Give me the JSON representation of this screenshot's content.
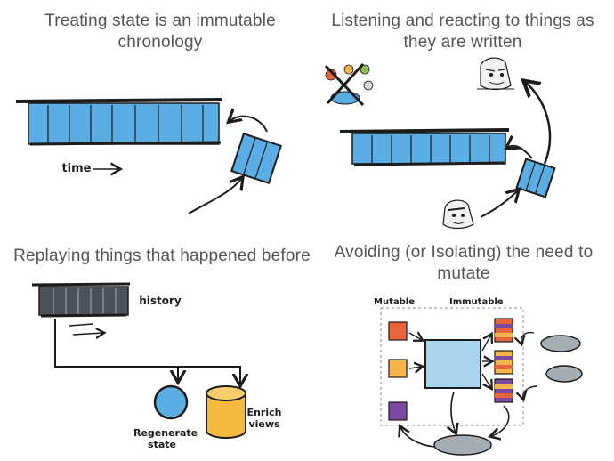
{
  "panels": [
    {
      "title": "Treating state is an immutable chronology",
      "labels": {
        "time": "time"
      }
    },
    {
      "title": "Listening and reacting to things as they are written"
    },
    {
      "title": "Replaying things that happened before",
      "labels": {
        "history": "history",
        "regenerate": "Regenerate state",
        "enrich": "Enrich views"
      }
    },
    {
      "title": "Avoiding (or Isolating) the need to mutate",
      "labels": {
        "mutable": "Mutable",
        "immutable": "Immutable"
      }
    }
  ],
  "colors": {
    "log_blue": "#5aaee3",
    "log_dark": "#4c5159",
    "cylinder_orange": "#f5b93e",
    "orange": "#e8643a",
    "yellow": "#f4b54a",
    "purple": "#7b4aa0",
    "ellipse_gray": "#a7aeb3",
    "title_gray": "#555555"
  },
  "icons": [
    "time-arrow-icon",
    "broken-toolkit-icon",
    "character-sketch-icon",
    "history-log-icon",
    "circle-state-icon",
    "cylinder-view-icon"
  ]
}
